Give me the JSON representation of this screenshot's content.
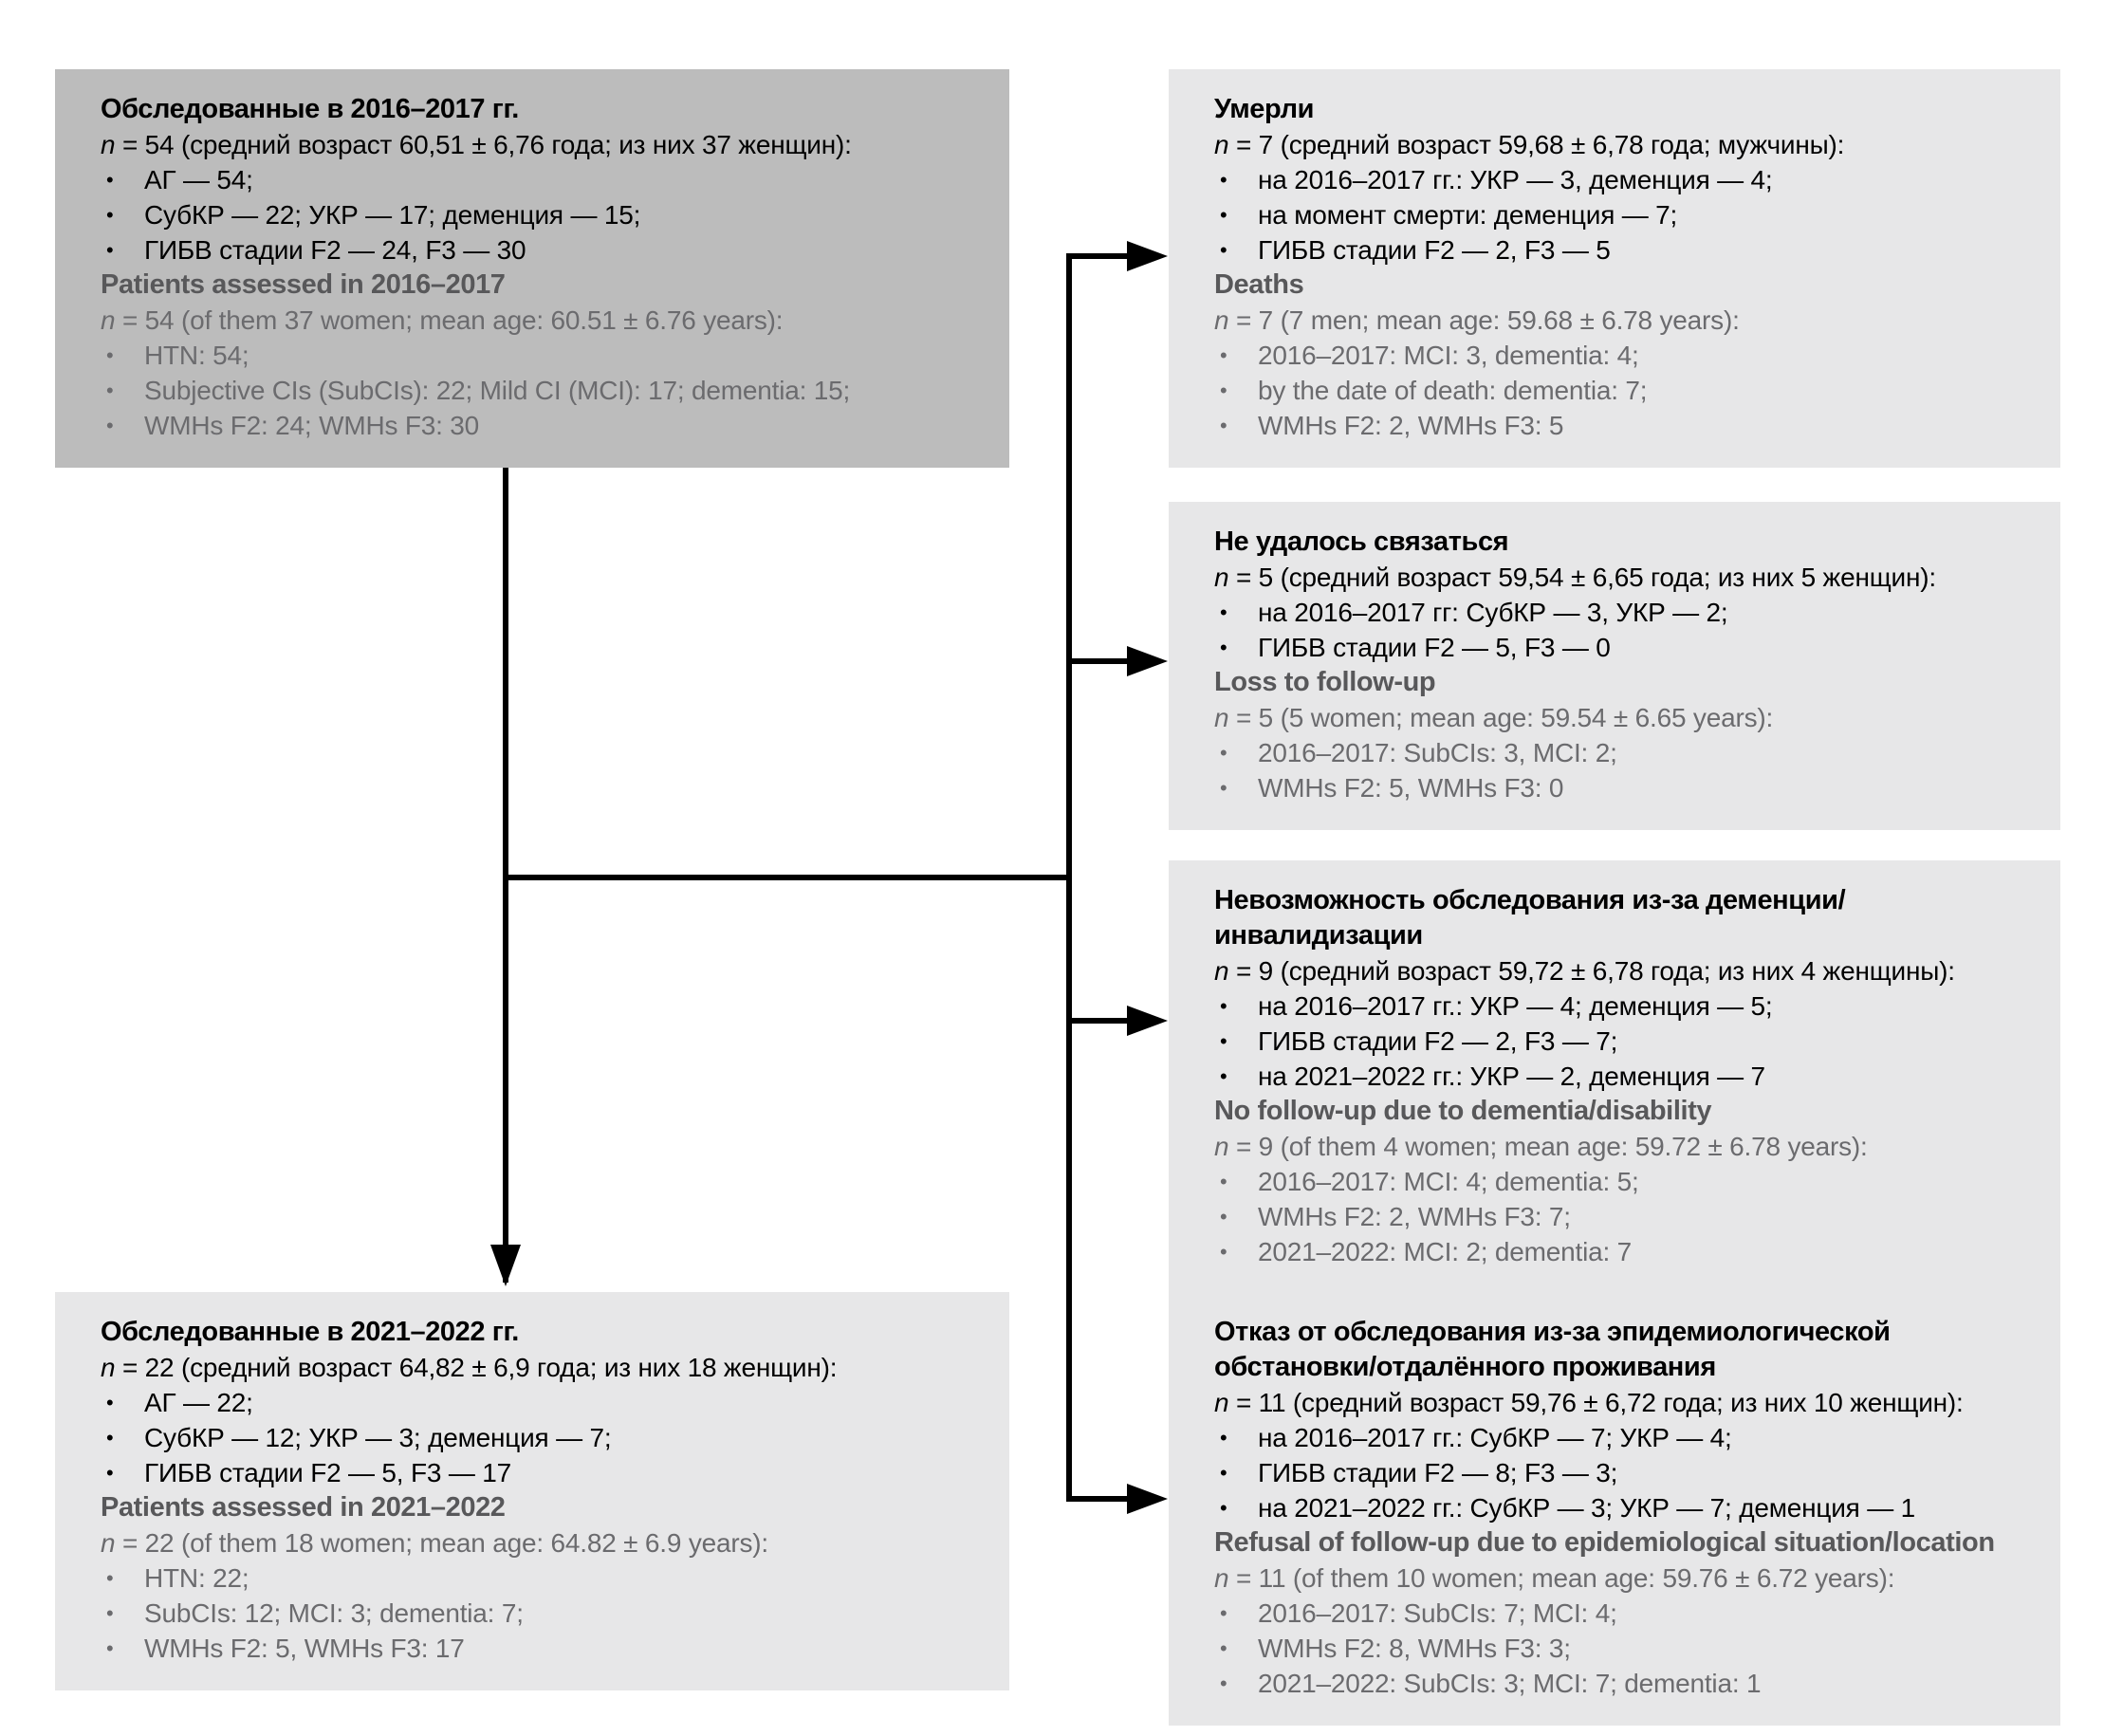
{
  "figure": {
    "type": "patient-flow-diagram",
    "language": "ru-en bilingual"
  },
  "colors": {
    "background": "#ffffff",
    "box_dark_gray": "#bcbcbc",
    "box_light_gray": "#e7e7e8",
    "text_black": "#000000",
    "text_gray_title": "#58585a",
    "text_gray_body": "#6b6b6e",
    "connector_line": "#000000"
  },
  "boxes": {
    "assessed_2016": {
      "ru": {
        "title": "Обследованные в 2016–2017 гг.",
        "n_line": "n = 54 (средний возраст 60,51 ± 6,76 года; из них 37 женщин):",
        "bullets": [
          "АГ — 54;",
          "СубКР — 22; УКР — 17; деменция — 15;",
          "ГИБВ стадии F2 — 24, F3 — 30"
        ]
      },
      "en": {
        "title": "Patients assessed in 2016–2017",
        "n_line": "n = 54 (of them 37 women; mean age: 60.51 ± 6.76 years):",
        "bullets": [
          "HTN: 54;",
          "Subjective CIs (SubCIs): 22; Mild CI (MCI): 17; dementia: 15;",
          "WMHs F2: 24; WMHs F3: 30"
        ]
      }
    },
    "deaths": {
      "ru": {
        "title": "Умерли",
        "n_line": "n = 7 (средний возраст 59,68 ± 6,78 года; мужчины):",
        "bullets": [
          "на 2016–2017 гг.: УКР — 3, деменция — 4;",
          "на момент смерти: деменция — 7;",
          "ГИБВ стадии F2 — 2, F3 — 5"
        ]
      },
      "en": {
        "title": "Deaths",
        "n_line": "n = 7 (7 men; mean age: 59.68 ± 6.78 years):",
        "bullets": [
          "2016–2017: MCI: 3, dementia: 4;",
          "by the date of death: dementia: 7;",
          "WMHs F2: 2, WMHs F3: 5"
        ]
      }
    },
    "loss": {
      "ru": {
        "title": "Не удалось связаться",
        "n_line": "n = 5 (средний возраст 59,54 ± 6,65 года; из них 5 женщин):",
        "bullets": [
          "на 2016–2017 гг: СубКР — 3, УКР — 2;",
          "ГИБВ стадии F2 — 5, F3 — 0"
        ]
      },
      "en": {
        "title": "Loss to follow-up",
        "n_line": "n = 5 (5 women; mean age: 59.54 ± 6.65 years):",
        "bullets": [
          "2016–2017: SubCIs: 3, MCI: 2;",
          "WMHs F2: 5, WMHs F3: 0"
        ]
      }
    },
    "no_followup": {
      "ru": {
        "title": "Невозможность обследования из-за деменции/инвалидизации",
        "n_line": "n = 9 (средний возраст 59,72 ± 6,78 года; из них 4 женщины):",
        "bullets": [
          "на 2016–2017 гг.: УКР — 4; деменция — 5;",
          "ГИБВ стадии F2 — 2, F3 — 7;",
          "на 2021–2022 гг.: УКР — 2, деменция — 7"
        ]
      },
      "en": {
        "title": "No follow-up due to dementia/disability",
        "n_line": "n = 9 (of them 4 women; mean age: 59.72 ± 6.78 years):",
        "bullets": [
          "2016–2017: MCI: 4; dementia: 5;",
          "WMHs F2: 2, WMHs F3: 7;",
          "2021–2022: MCI: 2; dementia: 7"
        ]
      }
    },
    "refusal": {
      "ru": {
        "title": "Отказ от обследования из-за эпидемиологической обстановки/отдалённого проживания",
        "n_line": "n = 11 (средний возраст 59,76 ± 6,72 года; из них 10 женщин):",
        "bullets": [
          "на 2016–2017 гг.: СубКР — 7; УКР — 4;",
          "ГИБВ стадии F2 — 8; F3 — 3;",
          "на 2021–2022 гг.: СубКР — 3; УКР — 7; деменция — 1"
        ]
      },
      "en": {
        "title": "Refusal of follow-up due to epidemiological situation/location",
        "n_line": "n = 11 (of them 10 women; mean age: 59.76 ± 6.72 years):",
        "bullets": [
          "2016–2017: SubCIs: 7; MCI: 4;",
          "WMHs F2: 8, WMHs F3: 3;",
          "2021–2022: SubCIs: 3; MCI: 7; dementia: 1"
        ]
      }
    },
    "assessed_2021": {
      "ru": {
        "title": "Обследованные в 2021–2022 гг.",
        "n_line": "n = 22 (средний возраст 64,82 ± 6,9 года; из них 18 женщин):",
        "bullets": [
          "АГ — 22;",
          "СубКР — 12; УКР — 3; деменция — 7;",
          "ГИБВ стадии F2 — 5, F3 — 17"
        ]
      },
      "en": {
        "title": "Patients assessed in 2021–2022",
        "n_line": "n = 22 (of them 18 women; mean age: 64.82 ± 6.9 years):",
        "bullets": [
          "HTN: 22;",
          "SubCIs: 12; MCI: 3; dementia: 7;",
          "WMHs F2: 5, WMHs F3: 17"
        ]
      }
    }
  }
}
